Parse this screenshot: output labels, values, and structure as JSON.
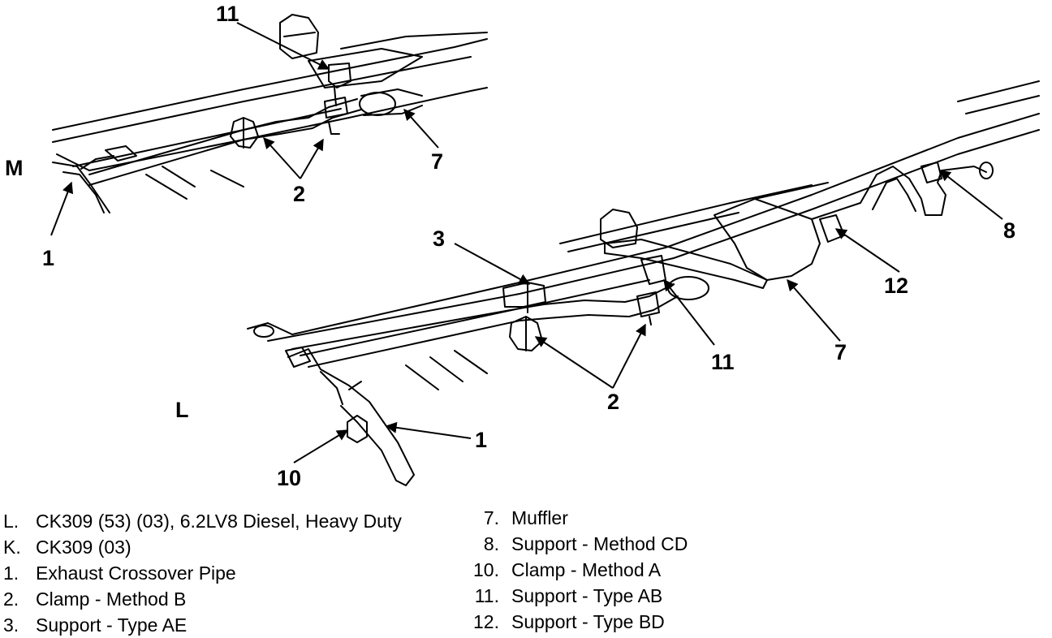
{
  "views": {
    "upper": {
      "label": "M"
    },
    "lower": {
      "label": "L"
    }
  },
  "callouts_upper": [
    "11",
    "7",
    "2",
    "1"
  ],
  "callouts_lower": [
    "3",
    "8",
    "12",
    "11",
    "7",
    "2",
    "1",
    "10"
  ],
  "legend_left": [
    {
      "key": "L.",
      "text": "CK309 (53) (03), 6.2LV8 Diesel, Heavy Duty"
    },
    {
      "key": "K.",
      "text": "CK309 (03)"
    },
    {
      "key": "1.",
      "text": "Exhaust Crossover Pipe"
    },
    {
      "key": "2.",
      "text": "Clamp - Method B"
    },
    {
      "key": "3.",
      "text": "Support - Type AE"
    }
  ],
  "legend_right": [
    {
      "key": "7.",
      "text": "Muffler"
    },
    {
      "key": "8.",
      "text": "Support - Method CD"
    },
    {
      "key": "10.",
      "text": "Clamp - Method A"
    },
    {
      "key": "11.",
      "text": "Support - Type AB"
    },
    {
      "key": "12.",
      "text": "Support - Type BD"
    }
  ]
}
